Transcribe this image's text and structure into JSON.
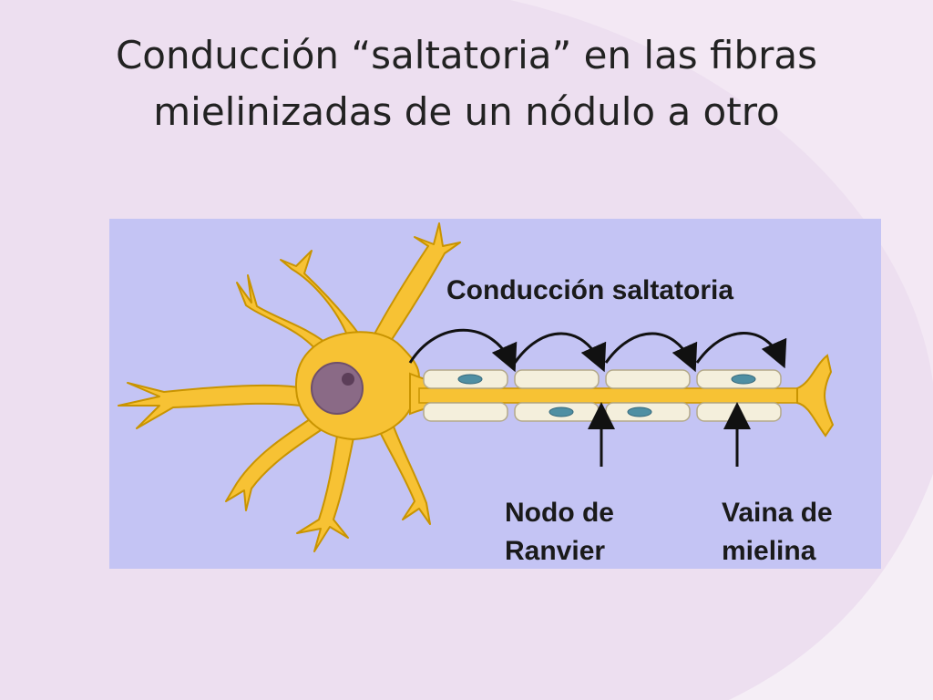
{
  "slide": {
    "title_line1": "Conducción “saltatoria” en las fibras",
    "title_line2": "mielinizadas de un nódulo a otro"
  },
  "figure": {
    "label_conduction": "Conducción saltatoria",
    "label_node_line1": "Nodo de",
    "label_node_line2": "Ranvier",
    "label_sheath_line1": "Vaina de",
    "label_sheath_line2": "mielina"
  },
  "colors": {
    "background": "#eddff0",
    "figure_background": "#c4c4f4",
    "neuron": "#f7c234",
    "neuron_outline": "#c99400",
    "nucleus": "#8a6a86",
    "myelin": "#f4efdc",
    "schwann_nucleus": "#4f8fa3",
    "arrow": "#111111"
  }
}
